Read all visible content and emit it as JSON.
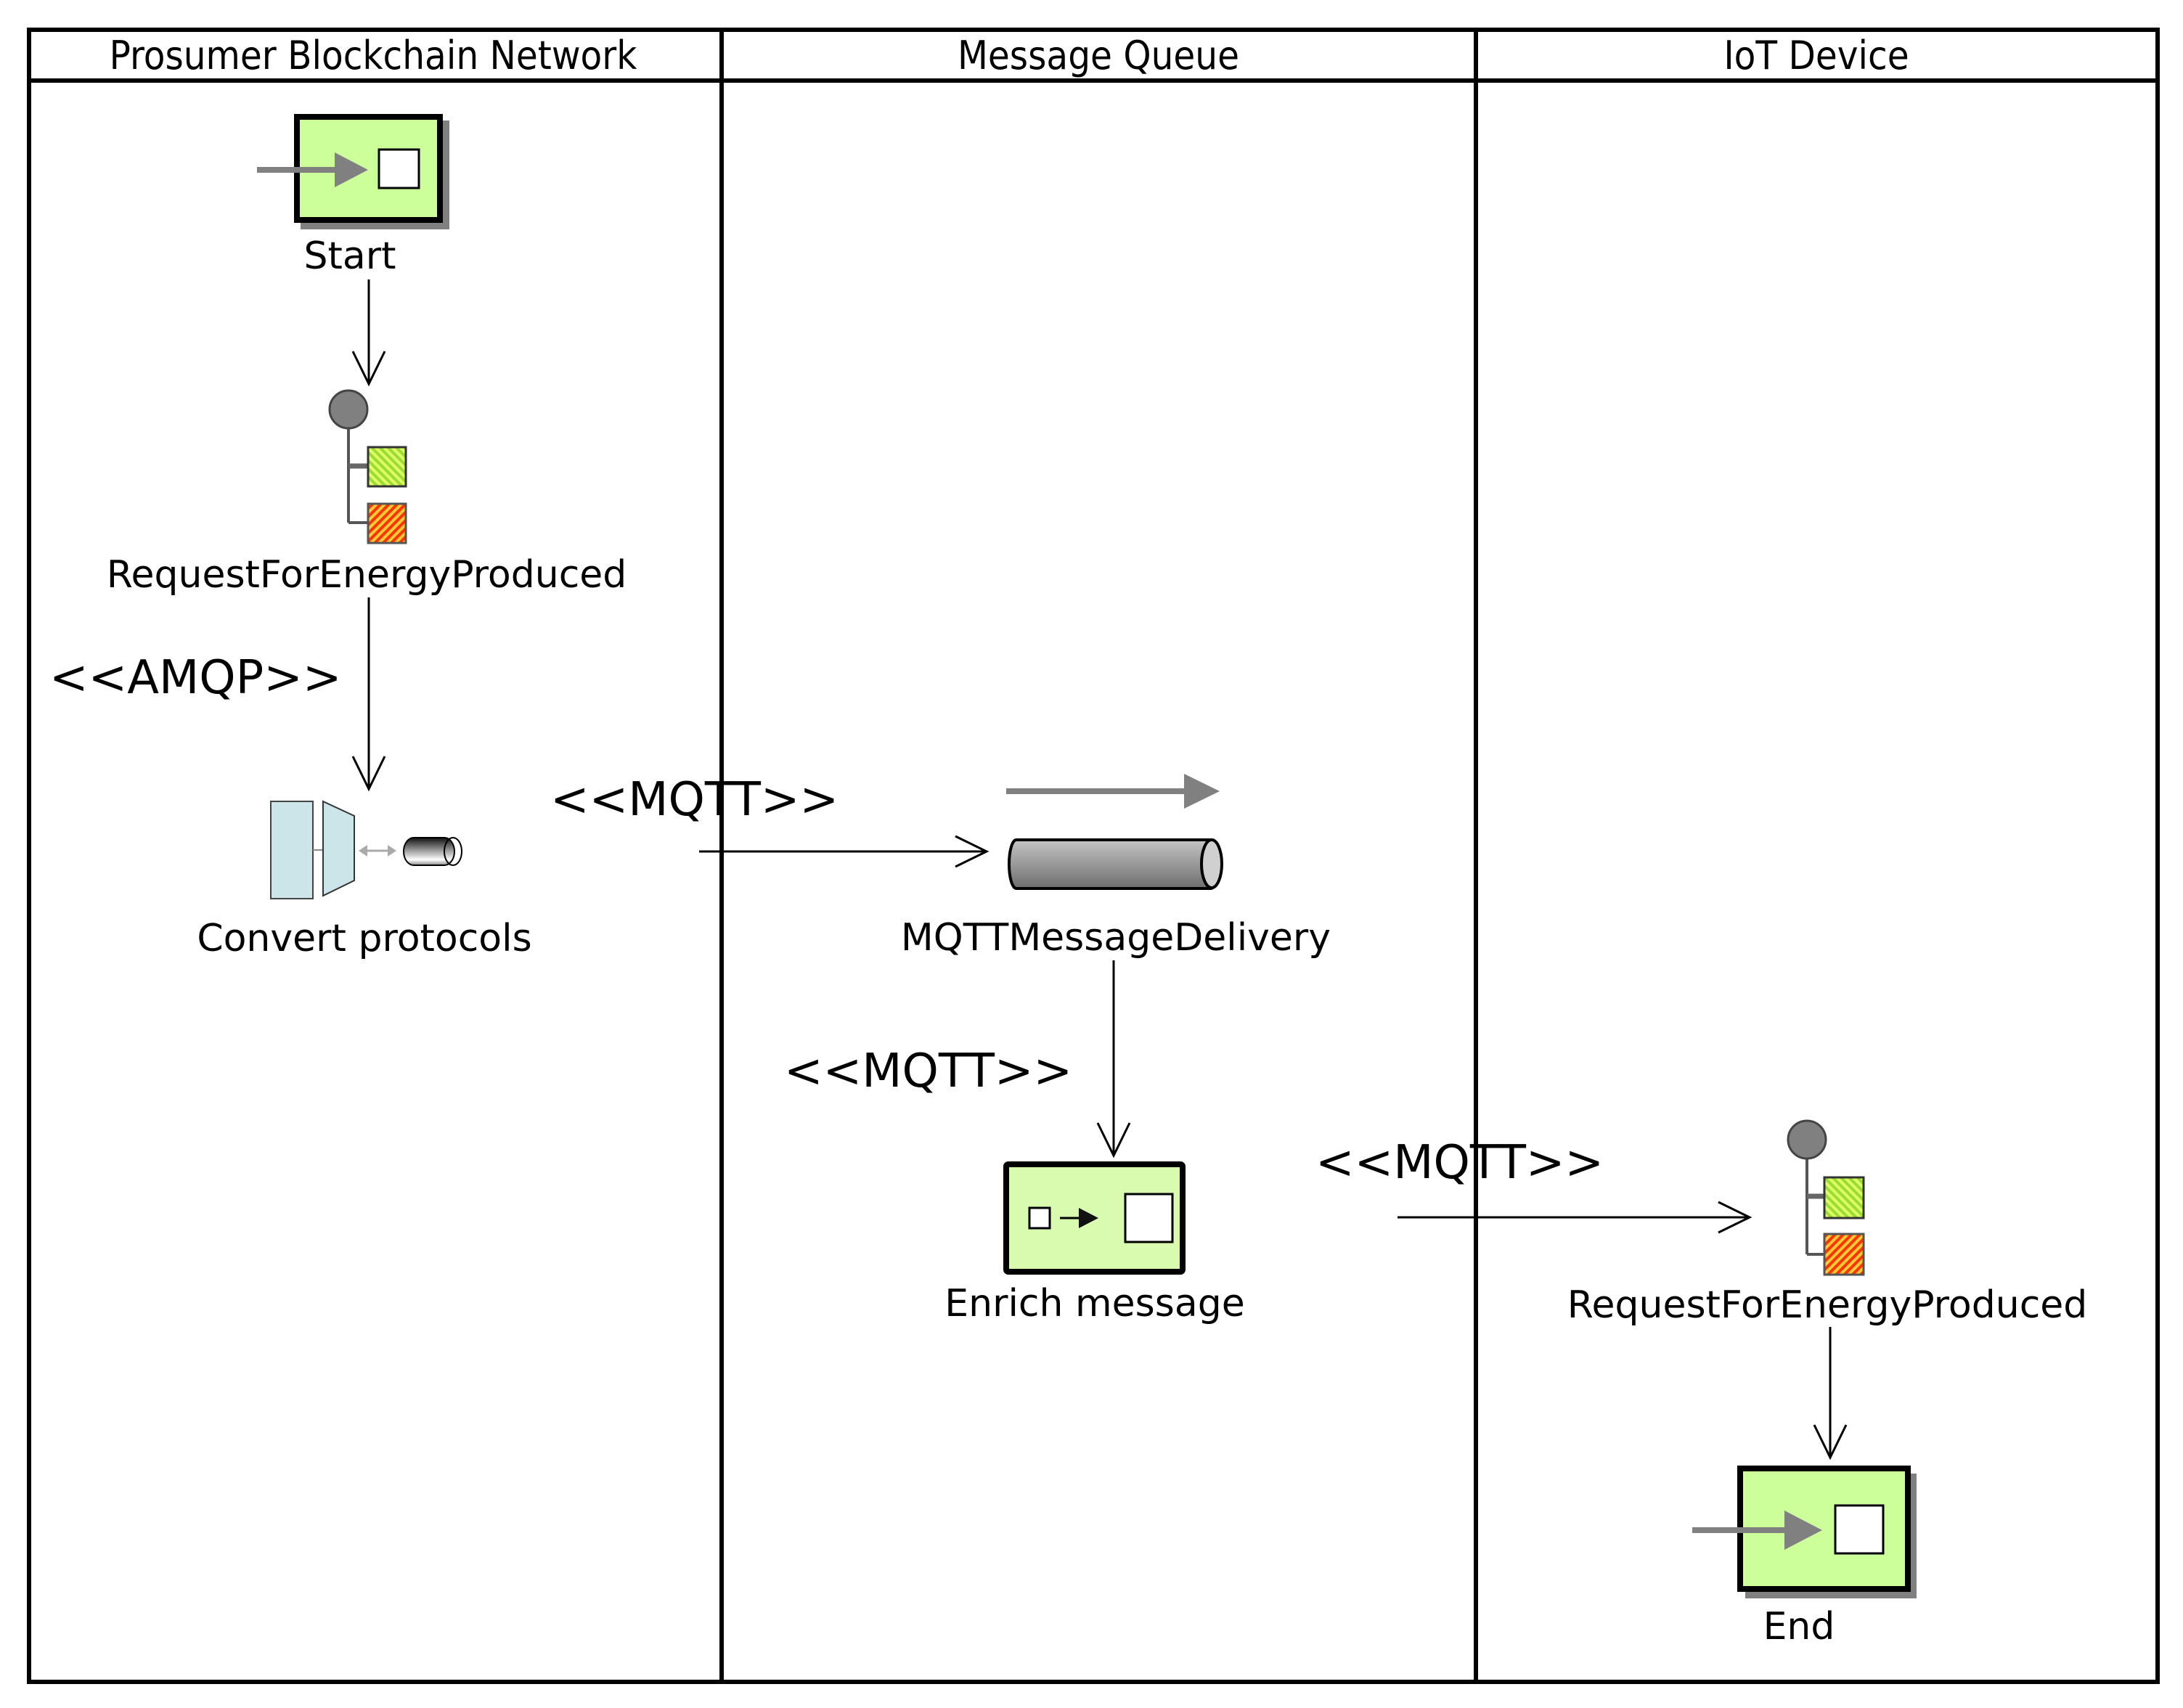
{
  "diagram": {
    "type": "swimlane-integration-flow",
    "lanes": [
      {
        "id": "prosumer",
        "title": "Prosumer Blockchain Network"
      },
      {
        "id": "queue",
        "title": "Message Queue"
      },
      {
        "id": "iot",
        "title": "IoT Device"
      }
    ],
    "nodes": {
      "start": {
        "label": "Start",
        "kind": "message-endpoint",
        "icon": "endpoint-icon",
        "lane": "prosumer"
      },
      "router_left": {
        "label": "RequestForEnergyProduced",
        "kind": "content-based-router",
        "icon": "router-icon",
        "lane": "prosumer"
      },
      "convert": {
        "label": "Convert protocols",
        "kind": "channel-adapter",
        "icon": "channel-adapter-icon",
        "lane": "prosumer"
      },
      "mqtt_channel": {
        "label": "MQTTMessageDelivery",
        "kind": "point-to-point-channel",
        "icon": "channel-icon",
        "lane": "queue"
      },
      "enrich": {
        "label": "Enrich message",
        "kind": "content-enricher",
        "icon": "enricher-icon",
        "lane": "queue"
      },
      "router_right": {
        "label": "RequestForEnergyProduced",
        "kind": "content-based-router",
        "icon": "router-icon",
        "lane": "iot"
      },
      "end": {
        "label": "End",
        "kind": "message-endpoint",
        "icon": "endpoint-icon",
        "lane": "iot"
      }
    },
    "edges": [
      {
        "from": "start",
        "to": "router_left",
        "stereotype": ""
      },
      {
        "from": "router_left",
        "to": "convert",
        "stereotype": "<<AMQP>>"
      },
      {
        "from": "convert",
        "to": "mqtt_channel",
        "stereotype": "<<MQTT>>"
      },
      {
        "from": "mqtt_channel",
        "to": "enrich",
        "stereotype": "<<MQTT>>"
      },
      {
        "from": "enrich",
        "to": "router_right",
        "stereotype": "<<MQTT>>"
      },
      {
        "from": "router_right",
        "to": "end",
        "stereotype": ""
      }
    ],
    "colors": {
      "endpoint_fill": "#ccff99",
      "enricher_fill": "#d9fbb0",
      "adapter_fill": "#cce5e8",
      "router_circle": "#808080",
      "router_green": "#66cc33",
      "router_orange": "#ff6600"
    }
  }
}
